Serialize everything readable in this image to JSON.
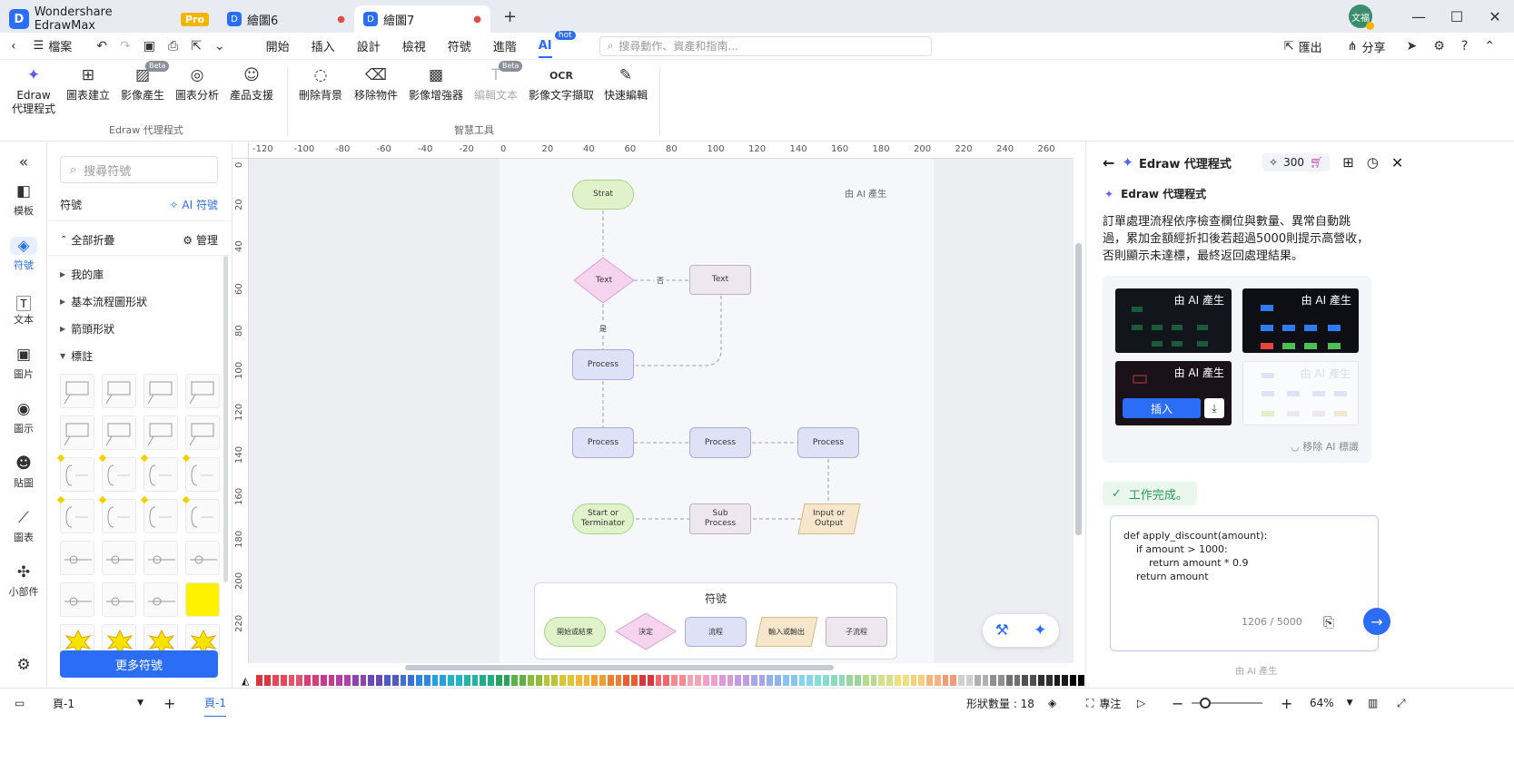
{
  "titlebar": {
    "app_name": "Wondershare EdrawMax",
    "pro_badge": "Pro",
    "tabs": [
      {
        "label": "繪圖6",
        "active": false
      },
      {
        "label": "繪圖7",
        "active": true
      }
    ],
    "avatar_text": "文福",
    "add_tab": "+"
  },
  "menubar": {
    "file_label": "檔案",
    "items": [
      "開始",
      "插入",
      "設計",
      "檢視",
      "符號",
      "進階",
      "AI"
    ],
    "active": "AI",
    "hot_badge": "hot",
    "search_placeholder": "搜尋動作、資產和指南...",
    "export_label": "匯出",
    "share_label": "分享"
  },
  "ribbon": {
    "group1_label": "Edraw 代理程式",
    "group2_label": "智慧工具",
    "beta": "Beta",
    "group1_buttons": [
      {
        "label": "Edraw\n代理程式",
        "icon": "sparkle-icon"
      },
      {
        "label": "圖表建立",
        "icon": "chart-create-icon"
      },
      {
        "label": "影像產生",
        "icon": "image-generate-icon",
        "beta": true
      },
      {
        "label": "圖表分析",
        "icon": "chart-analysis-icon"
      },
      {
        "label": "產品支援",
        "icon": "support-icon"
      }
    ],
    "group2_buttons": [
      {
        "label": "刪除背景",
        "icon": "remove-bg-icon"
      },
      {
        "label": "移除物件",
        "icon": "eraser-icon"
      },
      {
        "label": "影像增強器",
        "icon": "image-enhance-icon"
      },
      {
        "label": "編輯文本",
        "icon": "edit-text-icon",
        "beta": true,
        "disabled": true
      },
      {
        "label": "影像文字擷取",
        "icon": "ocr-icon"
      },
      {
        "label": "快速編輯",
        "icon": "quick-edit-icon"
      }
    ]
  },
  "rail": {
    "items": [
      {
        "label": "模板",
        "icon": "template-icon"
      },
      {
        "label": "符號",
        "icon": "symbol-icon",
        "active": true
      },
      {
        "label": "文本",
        "icon": "text-icon"
      },
      {
        "label": "圖片",
        "icon": "picture-icon"
      },
      {
        "label": "圖示",
        "icon": "icon-library-icon"
      },
      {
        "label": "貼圖",
        "icon": "sticker-icon"
      },
      {
        "label": "圖表",
        "icon": "chart-icon"
      },
      {
        "label": "小部件",
        "icon": "widget-icon"
      }
    ]
  },
  "symbols": {
    "search_placeholder": "搜尋符號",
    "header": "符號",
    "ai_symbols": "AI 符號",
    "collapse_all": "全部折疊",
    "manage": "管理",
    "tree": [
      {
        "label": "我的庫",
        "expanded": false
      },
      {
        "label": "基本流程圖形狀",
        "expanded": false
      },
      {
        "label": "箭頭形狀",
        "expanded": false
      },
      {
        "label": "標註",
        "expanded": true
      }
    ],
    "more_symbols": "更多符號"
  },
  "ruler": {
    "h_labels": [
      "-120",
      "-100",
      "-80",
      "-60",
      "-40",
      "-20",
      "0",
      "20",
      "40",
      "60",
      "80",
      "100",
      "120",
      "140",
      "160",
      "180",
      "200",
      "220",
      "240",
      "260"
    ],
    "v_labels": [
      "0",
      "20",
      "40",
      "60",
      "80",
      "100",
      "120",
      "140",
      "160",
      "180",
      "200",
      "220"
    ]
  },
  "diagram": {
    "ai_tag": "由 AI 產生",
    "nodes": {
      "start": "Strat",
      "decision": "Text",
      "text_box": "Text",
      "process1": "Process",
      "process2": "Process",
      "process3": "Process",
      "process4": "Process",
      "terminator": "Start or\nTerminator",
      "subprocess": "Sub\nProcess",
      "io": "Input or\nOutput"
    },
    "edge_no": "否",
    "edge_yes": "是",
    "legend": {
      "title": "符號",
      "items": [
        "開始或結束",
        "決定",
        "流程",
        "輸入或輸出",
        "子流程"
      ]
    }
  },
  "palette_colors": [
    "#d9363e",
    "#e8475a",
    "#e5546e",
    "#d83c7a",
    "#c83a8f",
    "#b63fa6",
    "#8e44ad",
    "#6a49b8",
    "#4f5bc4",
    "#3d70d6",
    "#2f88e0",
    "#26a0da",
    "#22b3c8",
    "#20b5a6",
    "#1fae86",
    "#28a45c",
    "#5cb244",
    "#8cbc3a",
    "#b9c436",
    "#e0c62e",
    "#f2b632",
    "#f29c33",
    "#ee7f32",
    "#e85f31",
    "#d9363e",
    "#f1666c",
    "#f58a8f",
    "#f5a4b5",
    "#f0a0c9",
    "#dc9ad9",
    "#c19ce2",
    "#a6a7e8",
    "#92b2ef",
    "#88c4f1",
    "#86d4ea",
    "#86dcd6",
    "#8ed9bc",
    "#9bd49c",
    "#b6da8e",
    "#d6e288",
    "#f0e07f",
    "#f7cf7d",
    "#f6b57c",
    "#f39a78",
    "#d0d0d0",
    "#b0b0b0",
    "#909090",
    "#707070",
    "#505050",
    "#303030",
    "#1a1a1a",
    "#000000"
  ],
  "ai_panel": {
    "title": "Edraw 代理程式",
    "credits": "300",
    "msg_title": "Edraw 代理程式",
    "description": "訂單處理流程依序檢查欄位與數量、異常自動跳過，累加金額經折扣後若超過5000則提示高營收，否則顯示未達標，最終返回處理結果。",
    "image_label": "由 AI 產生",
    "insert": "插入",
    "remove_mark": "移除 AI 標識",
    "done": "工作完成。",
    "code": "def apply_discount(amount):\n    if amount > 1000:\n        return amount * 0.9\n    return amount",
    "count": "1206 / 5000",
    "footer": "由 AI 產生"
  },
  "statusbar": {
    "page_select": "頁-1",
    "page_tab": "頁-1",
    "shape_count": "形狀數量 : 18",
    "focus": "專注",
    "zoom": "64%"
  }
}
